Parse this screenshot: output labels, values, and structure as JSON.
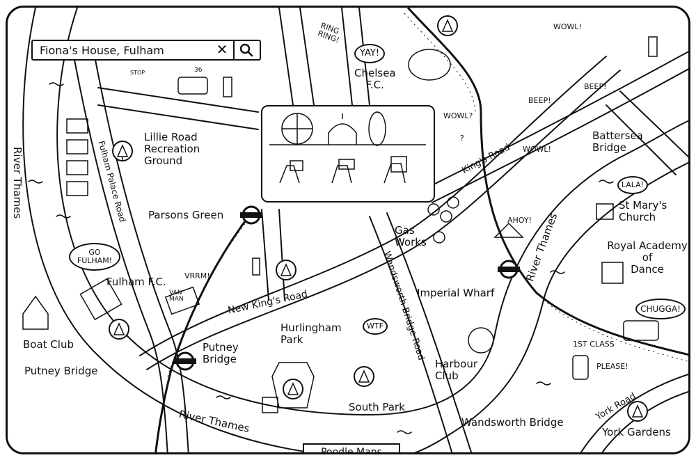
{
  "search": {
    "value": "Fiona's House, Fulham",
    "clear_icon": "close-icon",
    "search_icon": "search-icon"
  },
  "places": {
    "river_thames_west": "River Thames",
    "river_thames_east": "River Thames",
    "river_thames_south": "River Thames",
    "fulham_palace_road": "Fulham Palace Road",
    "lillie_road": "Lillie Road\nRecreation\nGround",
    "parsons_green": "Parsons Green",
    "fulham_fc": "Fulham F.C.",
    "boat_club": "Boat Club",
    "putney_bridge_road": "Putney Bridge",
    "putney_bridge_station": "Putney\nBridge",
    "new_kings_road": "New King's Road",
    "hurlingham_park": "Hurlingham\nPark",
    "south_park": "South Park",
    "wandsworth_bridge_road": "Wandsworth Bridge Road",
    "imperial_wharf": "Imperial Wharf",
    "gas_works": "Gas\nWorks",
    "harbour_club": "Harbour\nClub",
    "wandsworth_bridge": "Wandsworth Bridge",
    "chelsea_fc": "Chelsea\nF.C.",
    "kings_road": "King's Road",
    "battersea_bridge": "Battersea\nBridge",
    "st_marys": "St Mary's\nChurch",
    "royal_academy": "Royal Academy\nof\nDance",
    "york_road": "York Road",
    "york_gardens": "York Gardens",
    "first_class": "1ST CLASS",
    "please": "PLEASE!"
  },
  "bubbles": {
    "go_fulham": "GO\nFULHAM!",
    "yay": "YAY!",
    "wtf": "WTF",
    "lala": "LALA!",
    "ahoy": "AHOY!",
    "chugga": "CHUGGA!",
    "vrrm": "VRRM!",
    "van_man": "VAN\nMAN",
    "stop": "STOP",
    "bus_number": "36",
    "ring_ring": "RING\nRING!",
    "wowl_top": "WOWL!",
    "wowl_q": "WOWL?",
    "wowl_mid": "WOWL!",
    "beep1": "BEEP!",
    "beep2": "BEEP!",
    "question": "?"
  },
  "brand": "Poodle Maps",
  "colors": {
    "ink": "#111111",
    "paper": "#ffffff"
  }
}
